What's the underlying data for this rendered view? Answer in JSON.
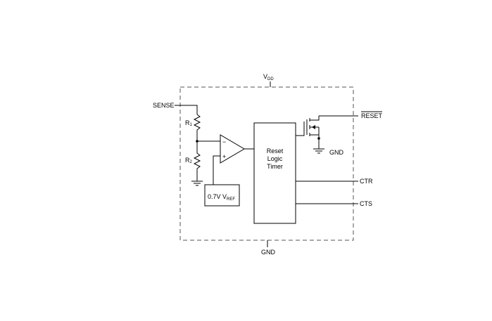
{
  "pins": {
    "vdd": "V",
    "vdd_sub": "DD",
    "sense": "SENSE",
    "reset": "RESET",
    "gnd_bottom": "GND",
    "gnd_fet": "GND",
    "ctr": "CTR",
    "cts": "CTS"
  },
  "resistors": {
    "r1": "R",
    "r1_sub": "1",
    "r2": "R",
    "r2_sub": "2"
  },
  "comparator": {
    "minus": "−",
    "plus": "+"
  },
  "reference": {
    "label": "0.7V V",
    "label_sub": "REF"
  },
  "logic_block": {
    "line1": "Reset",
    "line2": "Logic",
    "line3": "Timer"
  },
  "colors": {
    "wire": "#000000",
    "boundary": "#555555",
    "background": "#ffffff"
  }
}
